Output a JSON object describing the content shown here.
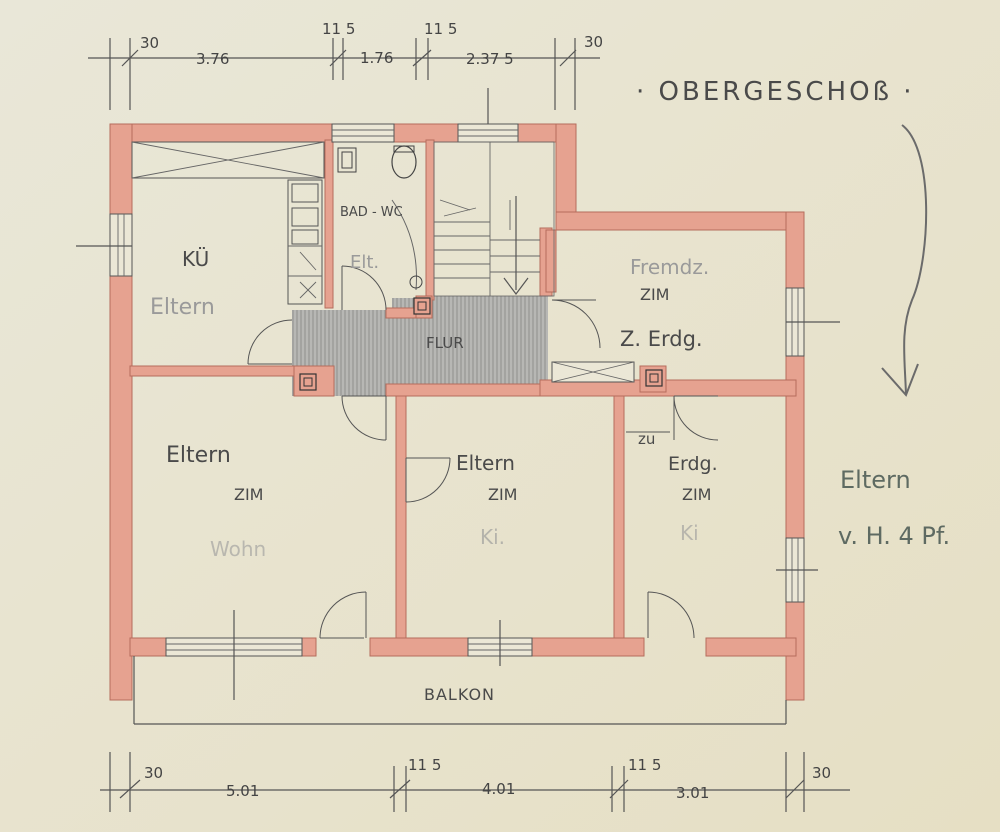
{
  "title": "· OBERGESCHOß ·",
  "note": {
    "line1": "Eltern",
    "line2": "v. H. 4 Pf."
  },
  "rooms": {
    "kitchen": {
      "label": "KÜ",
      "note": "Eltern"
    },
    "bath": {
      "label": "BAD - WC",
      "note": "Elt."
    },
    "flur": {
      "label": "FLUR"
    },
    "guest": {
      "note": "Fremdz.",
      "label": "ZIM",
      "label2": "Z. Erdg."
    },
    "parents": {
      "note": "Eltern",
      "label": "ZIM",
      "note2": "Wohn"
    },
    "middle": {
      "note": "Eltern",
      "label": "ZIM",
      "note2": "Ki."
    },
    "right": {
      "note": "Erdg.",
      "label": "ZIM",
      "note2": "Ki",
      "note3": "zu"
    },
    "balkon": {
      "label": "BALKON"
    }
  },
  "dimensions": {
    "top": [
      "30",
      "3.76",
      "11 5",
      "1.76",
      "11 5",
      "2.37 5",
      "30"
    ],
    "bottom": [
      "30",
      "5.01",
      "11 5",
      "4.01",
      "11 5",
      "3.01",
      "30"
    ]
  }
}
